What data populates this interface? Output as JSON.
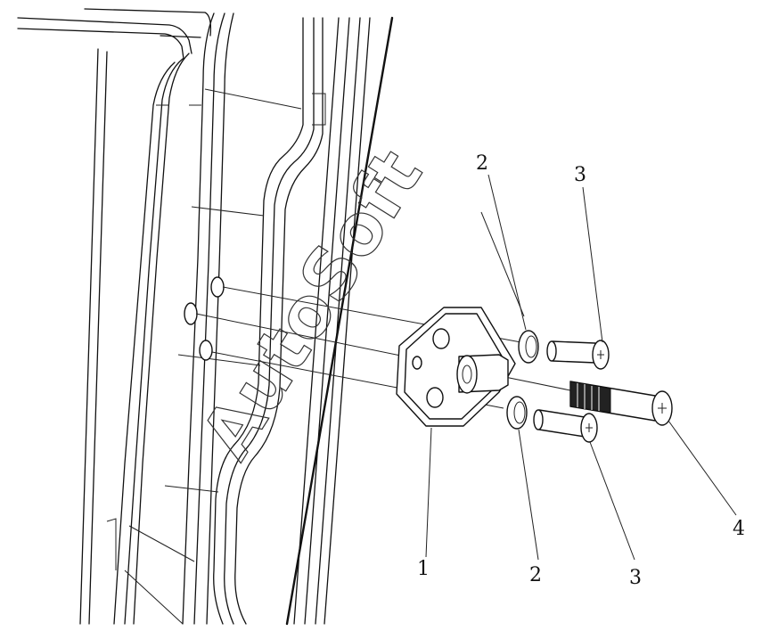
{
  "watermark": "AutoSoft",
  "header_mark": "",
  "callouts": {
    "part_1": "1",
    "part_2_top": "2",
    "part_2_bottom": "2",
    "part_3_top": "3",
    "part_3_bottom": "3",
    "part_4": "4"
  }
}
